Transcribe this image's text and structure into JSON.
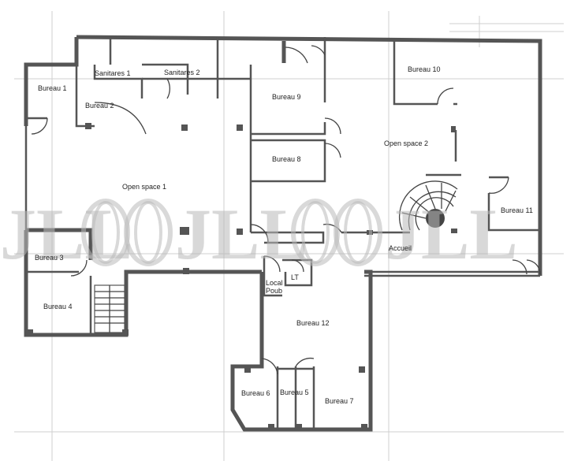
{
  "floor_plan": {
    "rooms": [
      {
        "id": "bureau-1",
        "label": "Bureau 1"
      },
      {
        "id": "bureau-2",
        "label": "Bureau 2"
      },
      {
        "id": "sanitaires-1",
        "label": "Sanitares 1"
      },
      {
        "id": "sanitaires-2",
        "label": "Sanitares 2"
      },
      {
        "id": "bureau-9",
        "label": "Bureau 9"
      },
      {
        "id": "bureau-10",
        "label": "Bureau 10"
      },
      {
        "id": "open-space-2",
        "label": "Open space 2"
      },
      {
        "id": "open-space-1",
        "label": "Open space 1"
      },
      {
        "id": "bureau-8",
        "label": "Bureau 8"
      },
      {
        "id": "bureau-11",
        "label": "Bureau 11"
      },
      {
        "id": "bureau-3",
        "label": "Bureau 3"
      },
      {
        "id": "accueil",
        "label": "Accueil"
      },
      {
        "id": "local-poub-1",
        "label": "Local"
      },
      {
        "id": "local-poub-2",
        "label": "Poub"
      },
      {
        "id": "lt",
        "label": "LT"
      },
      {
        "id": "bureau-4",
        "label": "Bureau 4"
      },
      {
        "id": "bureau-12",
        "label": "Bureau 12"
      },
      {
        "id": "bureau-6",
        "label": "Bureau 6"
      },
      {
        "id": "bureau-5",
        "label": "Bureau 5"
      },
      {
        "id": "bureau-7",
        "label": "Bureau 7"
      }
    ],
    "watermark": {
      "text_left": "JLL",
      "text_right": "JLL",
      "logo_name": "jll-logo"
    }
  }
}
